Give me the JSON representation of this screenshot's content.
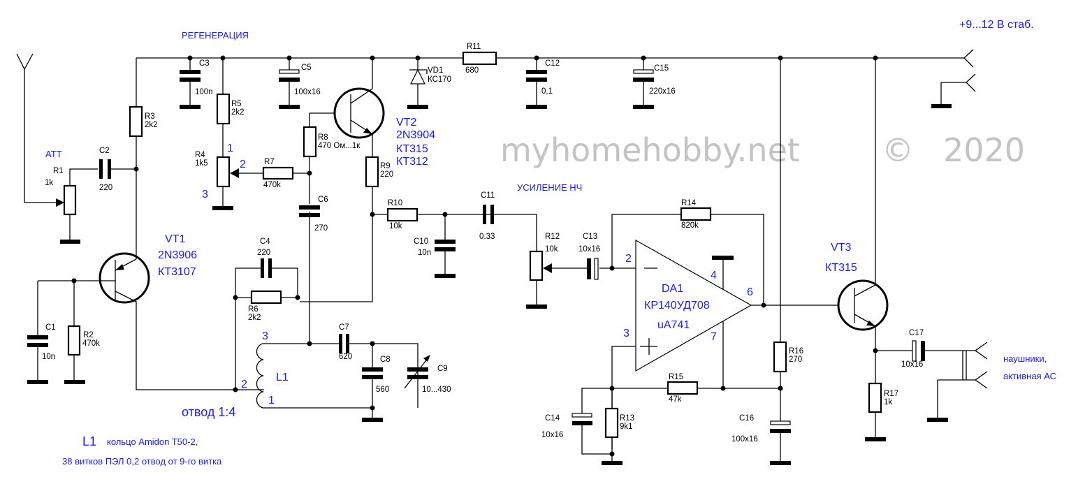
{
  "colors": {
    "wire": "#000000",
    "label_blue": "#1a1aff",
    "watermark": "#c3c3c3",
    "background": "#ffffff"
  },
  "headings": {
    "regeneration": "РЕГЕНЕРАЦИЯ",
    "af_gain": "УСИЛЕНИЕ НЧ",
    "attenuator": "ATT",
    "power": "+9...12 В стаб.",
    "output": [
      "наушники,",
      "активная АС"
    ],
    "tap": "отвод 1:4"
  },
  "watermark": {
    "site": "myhomehobby.net",
    "copyright": "©",
    "year": "2020"
  },
  "coil_note": {
    "name": "L1",
    "line1": "кольцо Amidon T50-2,",
    "line2": "38 витков ПЭЛ 0,2  отвод от 9-го витка"
  },
  "components": {
    "R1": {
      "ref": "R1",
      "value": "1k"
    },
    "R2": {
      "ref": "R2",
      "value": "470k"
    },
    "R3": {
      "ref": "R3",
      "value": "2k2"
    },
    "R4": {
      "ref": "R4",
      "value": "1k5",
      "pins": [
        "1",
        "2",
        "3"
      ]
    },
    "R5": {
      "ref": "R5",
      "value": "2k2"
    },
    "R6": {
      "ref": "R6",
      "value": "2k2"
    },
    "R7": {
      "ref": "R7",
      "value": "470k"
    },
    "R8": {
      "ref": "R8",
      "value": "470 Ом...1к"
    },
    "R9": {
      "ref": "R9",
      "value": "220"
    },
    "R10": {
      "ref": "R10",
      "value": "10k"
    },
    "R11": {
      "ref": "R11",
      "value": "680"
    },
    "R12": {
      "ref": "R12",
      "value": "10k"
    },
    "R13": {
      "ref": "R13",
      "value": "9k1"
    },
    "R14": {
      "ref": "R14",
      "value": "820k"
    },
    "R15": {
      "ref": "R15",
      "value": "47k"
    },
    "R16": {
      "ref": "R16",
      "value": "270"
    },
    "R17": {
      "ref": "R17",
      "value": "1k"
    },
    "C1": {
      "ref": "C1",
      "value": "10n"
    },
    "C2": {
      "ref": "C2",
      "value": "220"
    },
    "C3": {
      "ref": "C3",
      "value": "100n"
    },
    "C4": {
      "ref": "C4",
      "value": "220"
    },
    "C5": {
      "ref": "C5",
      "value": "100x16"
    },
    "C6": {
      "ref": "C6",
      "value": "270"
    },
    "C7": {
      "ref": "C7",
      "value": "620"
    },
    "C8": {
      "ref": "C8",
      "value": "560"
    },
    "C9": {
      "ref": "C9",
      "value": "10...430"
    },
    "C10": {
      "ref": "C10",
      "value": "10n"
    },
    "C11": {
      "ref": "C11",
      "value": "0.33"
    },
    "C12": {
      "ref": "C12",
      "value": "0,1"
    },
    "C13": {
      "ref": "C13",
      "value": "10x16"
    },
    "C14": {
      "ref": "C14",
      "value": "10x16"
    },
    "C15": {
      "ref": "C15",
      "value": "220x16"
    },
    "C16": {
      "ref": "C16",
      "value": "100x16"
    },
    "C17": {
      "ref": "C17",
      "value": "10x16"
    },
    "VD1": {
      "ref": "VD1",
      "value": "КС170"
    },
    "L1": {
      "ref": "L1",
      "pins": [
        "3",
        "2",
        "1"
      ]
    },
    "VT1": {
      "ref": "VT1",
      "types": [
        "2N3906",
        "КТ3107"
      ]
    },
    "VT2": {
      "ref": "VT2",
      "types": [
        "2N3904",
        "КТ315",
        "КТ312"
      ]
    },
    "VT3": {
      "ref": "VT3",
      "types": [
        "КТ315"
      ]
    },
    "DA1": {
      "ref": "DA1",
      "types": [
        "КР140УД708",
        "uA741"
      ],
      "pins": {
        "inv": "2",
        "noninv": "3",
        "vneg": "4",
        "out": "6",
        "vpos": "7"
      }
    }
  }
}
